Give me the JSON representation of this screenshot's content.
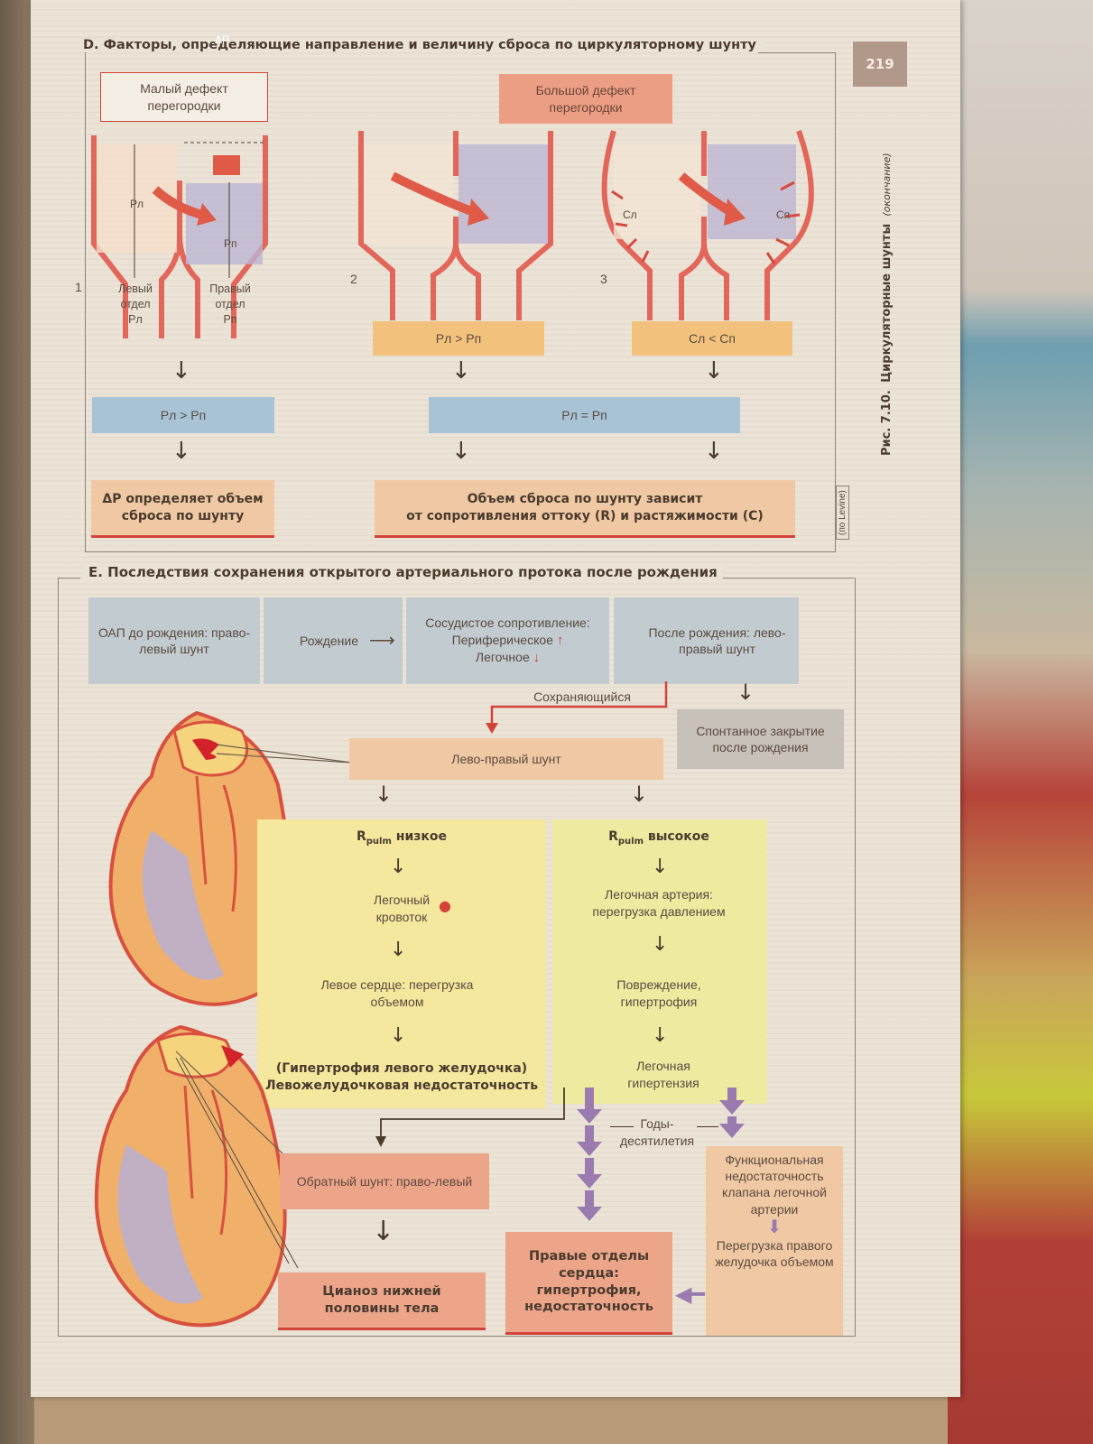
{
  "page_number": "219",
  "side_caption": {
    "fig": "Рис. 7.10.",
    "title": "Циркуляторные шунты",
    "note": "(окончание)"
  },
  "credit": "(по Levine)",
  "sectionD": {
    "title": "D. Факторы, определяющие направление и величину сброса по циркуляторному шунту",
    "small_defect": "Малый дефект перегородки",
    "large_defect": "Большой дефект перегородки",
    "n1": "1",
    "n2": "2",
    "n3": "3",
    "left_label": "Левый отдел",
    "right_label": "Правый отдел",
    "pl": "Pл",
    "pp": "Pп",
    "dp": "ΔP",
    "cl": "Cл",
    "cp": "Cп",
    "box_p_gt": "Pл > Pп",
    "box_c_lt": "Cл < Cп",
    "blue1": "Pл > Pп",
    "blue2": "Pл = Pп",
    "result1": "ΔP определяет объем сброса по шунту",
    "result2a": "Объем сброса по шунту зависит",
    "result2b": "от сопротивления оттоку (R) и растяжимости (C)"
  },
  "sectionE": {
    "title": "E. Последствия сохранения открытого артериального протока после рождения",
    "oap": "ОАП до рождения: право-левый шунт",
    "birth": "Рождение",
    "resist_title": "Сосудистое сопротивление:",
    "resist_peri": "Периферическое",
    "resist_lung": "Легочное",
    "after_birth": "После рождения: лево-правый шунт",
    "persist": "Сохраняющийся",
    "spont": "Спонтанное закрытие после рождения",
    "lr_shunt": "Лево-правый шунт",
    "r_pulm": "R",
    "r_sub": "pulm",
    "low": "низкое",
    "high": "высокое",
    "lung_flow": "Легочный кровоток",
    "left_heart": "Левое сердце: перегрузка объемом",
    "hyper1": "(Гипертрофия левого желудочка)",
    "hyper2": "Левожелудочковая недостаточность",
    "pa_pressure": "Легочная артерия: перегрузка давлением",
    "damage": "Повреждение, гипертрофия",
    "pulm_hyper": "Легочная гипертензия",
    "years": "Годы- десятилетия",
    "reverse": "Обратный шунт: право-левый",
    "cyan": "Цианоз нижней половины тела",
    "right_heart": "Правые отделы сердца: гипертрофия, недостаточность",
    "valve": "Функциональная недостаточность клапана легочной артерии",
    "rv_over": "Перегрузка правого желудочка объемом"
  },
  "colors": {
    "accent_red": "#d2443a",
    "arrow_purple": "#9a7bb0",
    "blue": "#a8c3d6",
    "orange": "#f2c27c"
  }
}
